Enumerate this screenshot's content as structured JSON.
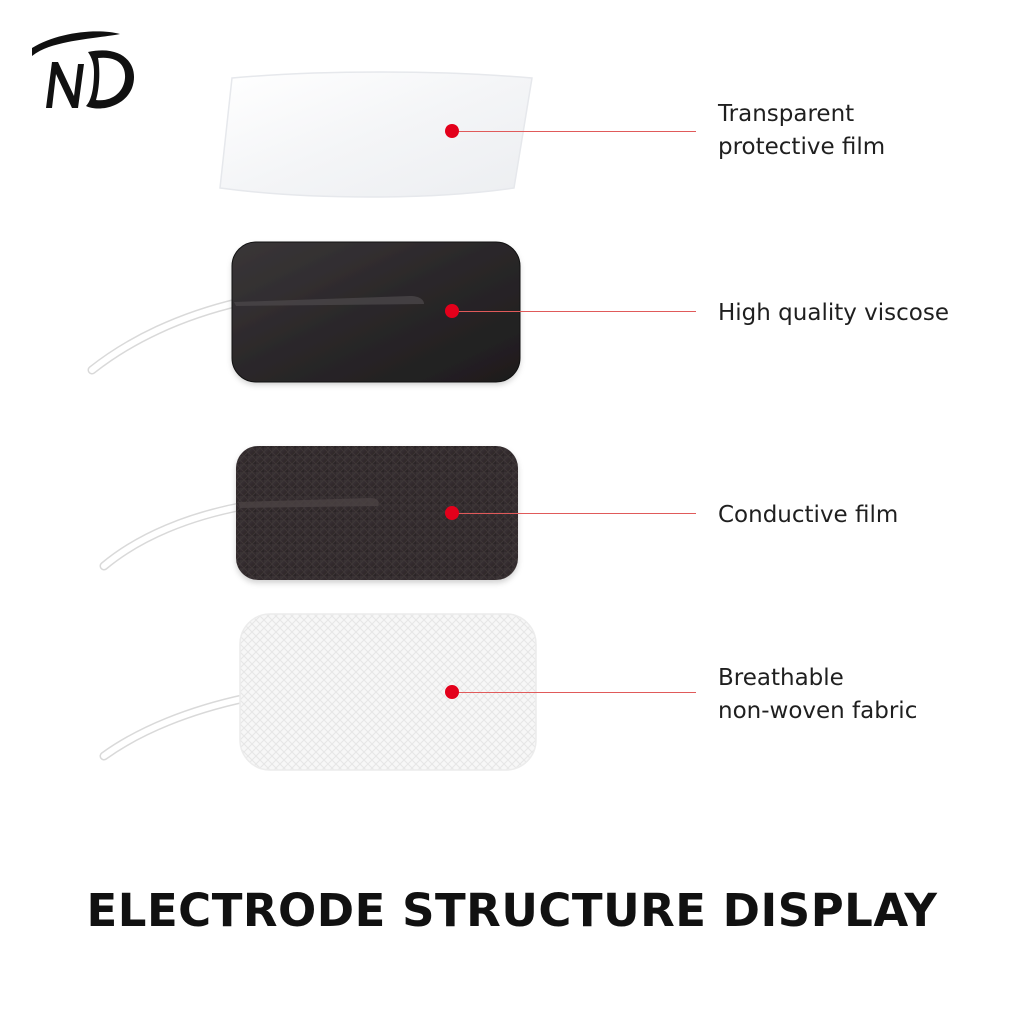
{
  "brand": {
    "logo_text": "ND",
    "accent_color": "#e3001b"
  },
  "layers": [
    {
      "name": "transparent-film",
      "label": "Transparent\nprotective film"
    },
    {
      "name": "viscose",
      "label": "High quality viscose"
    },
    {
      "name": "conductive-film",
      "label": "Conductive film"
    },
    {
      "name": "nonwoven-fabric",
      "label": "Breathable\nnon-woven fabric"
    }
  ],
  "title": "ELECTRODE STRUCTURE DISPLAY"
}
